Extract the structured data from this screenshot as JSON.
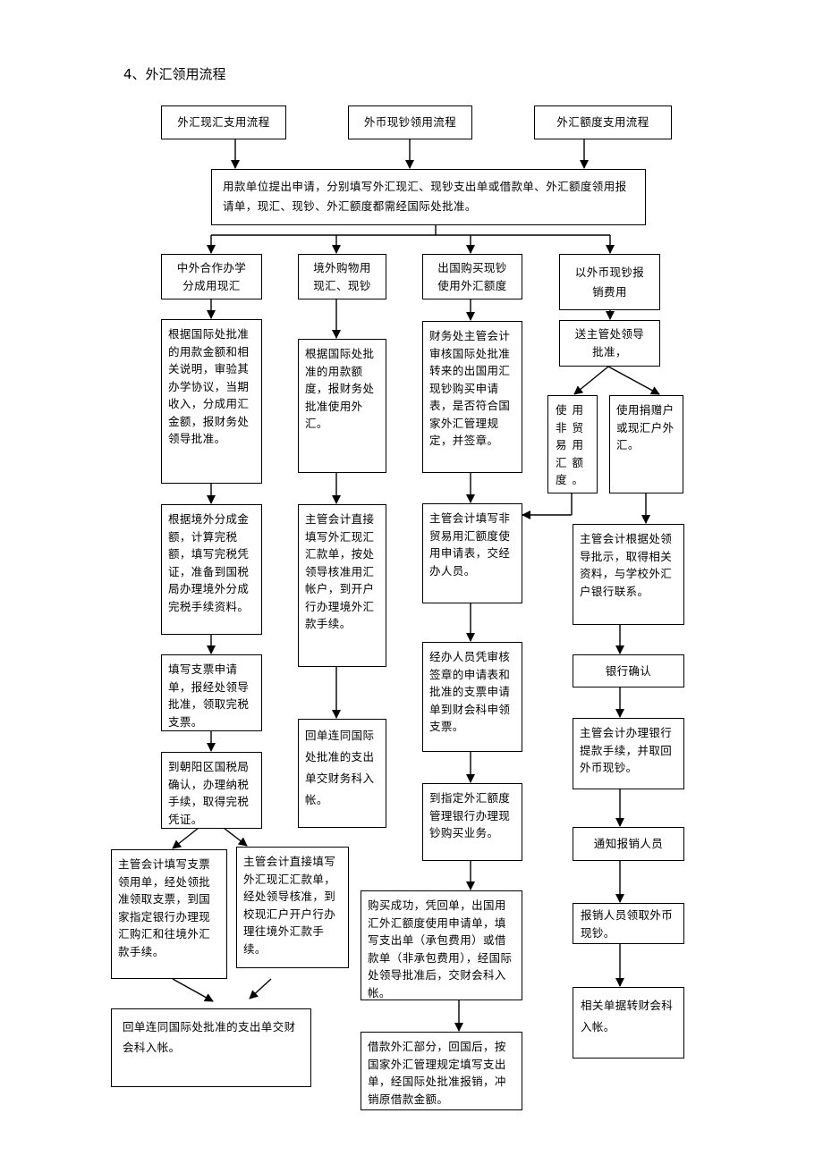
{
  "title": "4、外汇领用流程",
  "top_boxes": {
    "xianhui": "外汇现汇支用流程",
    "waibi": "外币现钞领用流程",
    "edu": "外汇额度支用流程"
  },
  "apply_box": "用款单位提出申请，分别填写外汇现汇、现钞支出单或借款单、外汇额度领用报请单，现汇、现钞、外汇额度都需经国际处批准。",
  "col1": {
    "head": "中外合作办学\n分成用现汇",
    "step1": "根据国际处批准的用款金额和相关说明，审验其办学协议，当期收入，分成用汇金额，报财务处领导批准。",
    "step2": "根据境外分成金额，计算完税额，填写完税凭证，准备到国税局办理境外分成完税手续资料。",
    "step3": "填写支票申请单，报经处领导批准，领取完税支票。",
    "step4": "到朝阳区国税局确认，办理纳税手续，取得完税凭证。",
    "left": "主管会计填写支票领用单，经处领批准领取支票，到国家指定银行办理现汇购汇和往境外汇款手续。",
    "right": "主管会计直接填写外汇现汇汇款单，经处领导核准，到校现汇户开户行办理往境外汇款手续。",
    "final": "回单连同国际处批准的支出单交财会科入帐。"
  },
  "col2": {
    "head": "境外购物用\n现汇、现钞",
    "step1": "根据国际处批准的用款额度，报财务处批准使用外汇。",
    "step2": "主管会计直接填写外汇现汇汇款单，按处领导核准用汇帐户，到开户行办理境外汇款手续。",
    "step3": "回单连同国际处批准的支出单交财务科入帐。"
  },
  "col3": {
    "head": "出国购买现钞\n使用外汇额度",
    "step1": "财务处主管会计审核国际处批准转来的出国用汇现钞购买申请表，是否符合国家外汇管理规定，并签章。",
    "step2": "主管会计填写非贸易用汇额度使用申请表，交经办人员。",
    "step3": "经办人员凭审核签章的申请表和批准的支票申请单到财会科申领支票。",
    "step4": "到指定外汇额度管理银行办理现钞购买业务。",
    "step5": "购买成功，凭回单，出国用汇外汇额度使用申请单，填写支出单（承包费用）或借款单（非承包费用），经国际处领导批准后，交财会科入帐。",
    "step6": "借款外汇部分，回国后，按国家外汇管理规定填写支出单，经国际处批准报销，冲销原借款金额。"
  },
  "col4": {
    "head": "以外币现钞报\n销费用",
    "step1": "送主管处领导\n批准，",
    "branch_left": "使用非贸易用汇额度。",
    "branch_right": "使用捐赠户或现汇户外汇。",
    "step2": "主管会计根据处领导批示，取得相关资料，与学校外汇户银行联系。",
    "step3": "银行确认",
    "step4": "主管会计办理银行提款手续，并取回外币现钞。",
    "step5": "通知报销人员",
    "step6": "报销人员领取外币现钞。",
    "step7": "相关单据转财会科入帐。"
  }
}
